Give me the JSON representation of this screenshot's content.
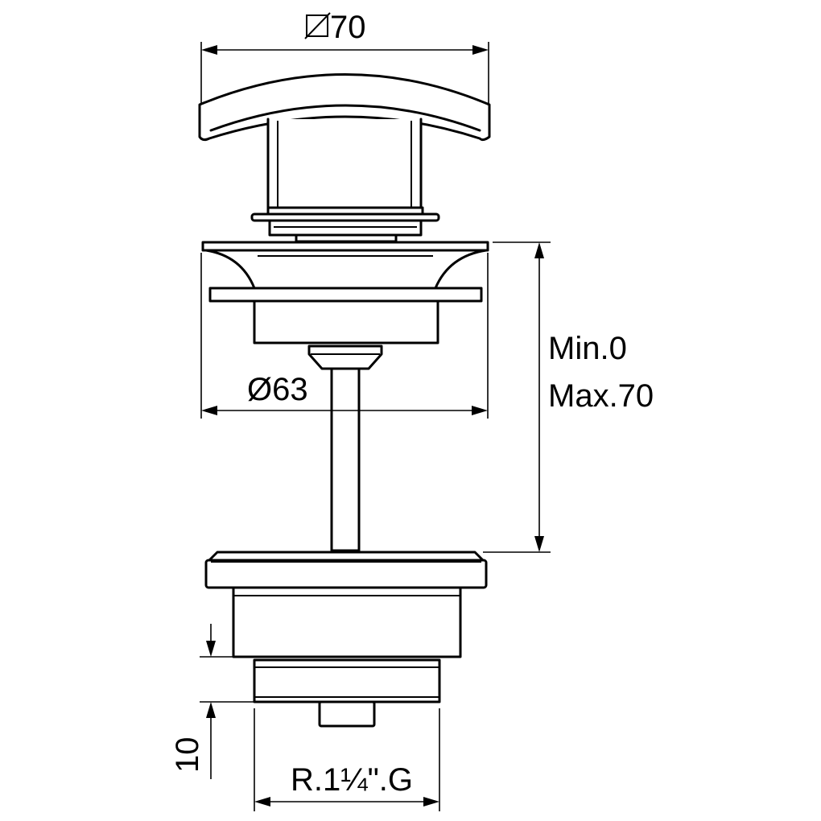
{
  "colors": {
    "line": "#000000",
    "background": "#ffffff"
  },
  "dimensions": {
    "cap_diameter": "70",
    "flange_diameter": "Ø63",
    "height_min": "Min.0",
    "height_max": "Max.70",
    "bottom_height": "10",
    "thread": "R.1¼\".G"
  }
}
